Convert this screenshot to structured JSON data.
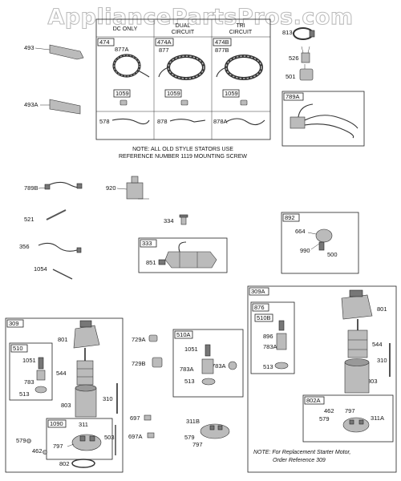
{
  "watermark": "AppliancePartsPros.com",
  "stator_table": {
    "headers": [
      "DC ONLY",
      "DUAL CIRCUIT",
      "TRI CIRCUIT"
    ],
    "header_lines": [
      [
        "DC ONLY"
      ],
      [
        "DUAL",
        "CIRCUIT"
      ],
      [
        "TRI",
        "CIRCUIT"
      ]
    ],
    "box_labels": [
      "474",
      "474A",
      "474B"
    ],
    "stator_labels": [
      "877A",
      "877",
      "877B"
    ],
    "screw_labels": [
      "1059",
      "1059",
      "1059"
    ],
    "wire_labels": [
      "578",
      "878",
      "878A"
    ]
  },
  "note_top": [
    "NOTE: ALL OLD STYLE STATORS USE",
    "REFERENCE NUMBER 1119 MOUNTING SCREW"
  ],
  "note_bottom": [
    "NOTE: For Replacement Starter Motor,",
    "Order Reference 309"
  ],
  "callouts": [
    "493",
    "493A",
    "813",
    "526",
    "501",
    "789A",
    "789B",
    "920",
    "521",
    "334",
    "892",
    "664",
    "990",
    "500",
    "356",
    "333",
    "851",
    "1054",
    "309",
    "510",
    "1051",
    "544",
    "783",
    "513",
    "801",
    "803",
    "310",
    "1090",
    "311",
    "797",
    "579",
    "462",
    "802",
    "503",
    "729A",
    "729B",
    "697",
    "697A",
    "510A",
    "783A",
    "311B",
    "309A",
    "876",
    "510B",
    "896",
    "802A",
    "311A"
  ]
}
